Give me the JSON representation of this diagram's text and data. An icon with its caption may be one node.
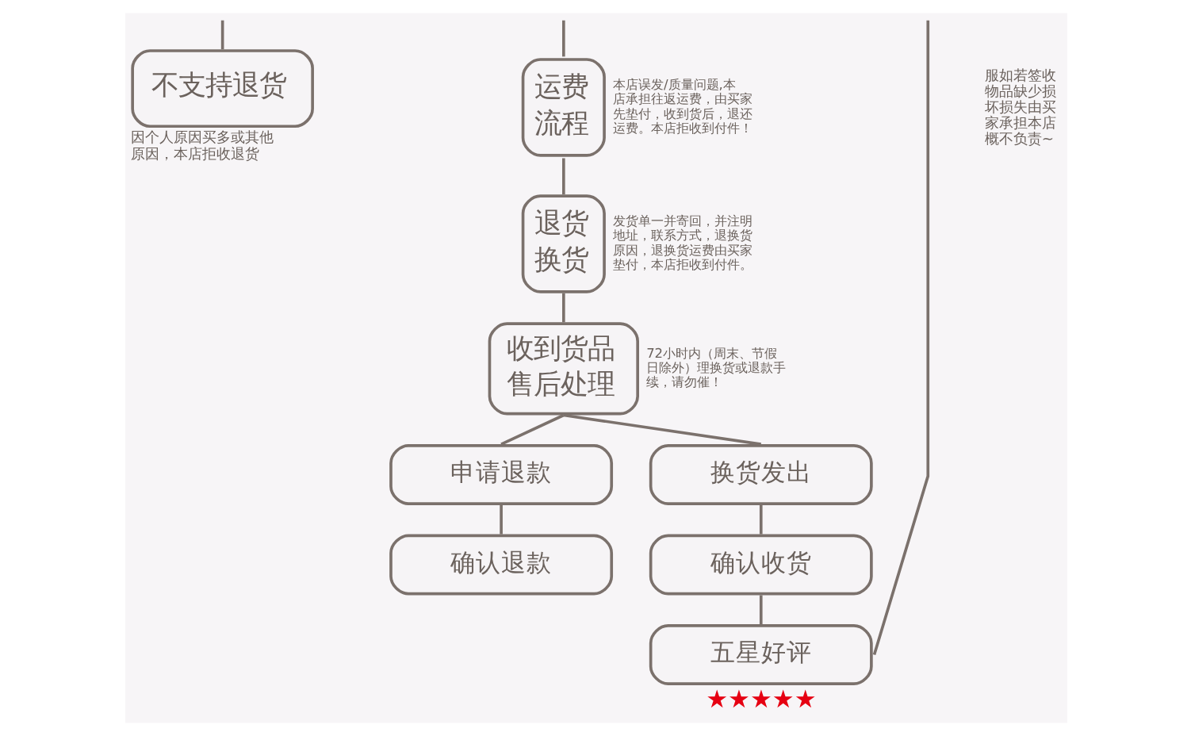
{
  "diagram": {
    "nodes": [
      {
        "text": [
          "不支持退货"
        ],
        "beside": [
          "因个人原因买多或其他原因，本店拒收退货"
        ]
      },
      {
        "text": [
          "运费流程"
        ],
        "beside": [
          "本店误发/质量问题,本店承担往返运费，由买家先垫付，收到货后，退还运费。本店拒收到付件！"
        ]
      },
      {
        "text": [
          "退货换货"
        ],
        "beside": [
          "发货单一并寄回，并注明地址，联系方式，退换货原因，退换货运费由买家垫付，本店拒收到付件。"
        ]
      },
      {
        "text": [
          "收到货品售后处理"
        ],
        "beside": [
          "72小时内（周末、节假日除外）理换货或退款手续，请勿催！"
        ]
      },
      {
        "text": [
          "申请退款"
        ]
      },
      {
        "text": [
          "换货发出"
        ]
      },
      {
        "text": [
          "确认退款"
        ]
      },
      {
        "text": [
          "确认收货"
        ]
      },
      {
        "text": [
          "五星好评"
        ],
        "beside": [
          "★★★★★"
        ]
      }
    ],
    "edges": [
      {
        "from": null,
        "to": 0,
        "arrow": "none"
      },
      {
        "from": null,
        "to": 1,
        "arrow": "none"
      },
      {
        "from": 1,
        "to": 2,
        "arrow": "none"
      },
      {
        "from": 2,
        "to": 3,
        "arrow": "none"
      },
      {
        "from": 3,
        "to": 4,
        "arrow": "none"
      },
      {
        "from": 3,
        "to": 5,
        "arrow": "none"
      },
      {
        "from": 4,
        "to": 6,
        "arrow": "none"
      },
      {
        "from": 5,
        "to": 7,
        "arrow": "none"
      },
      {
        "from": 7,
        "to": 8,
        "arrow": "none"
      },
      {
        "from": null,
        "to": 8,
        "arrow": "none"
      }
    ],
    "labels": [
      "服如若签收物品缺少损坏损失由买家承担本店概不负责~"
    ]
  }
}
